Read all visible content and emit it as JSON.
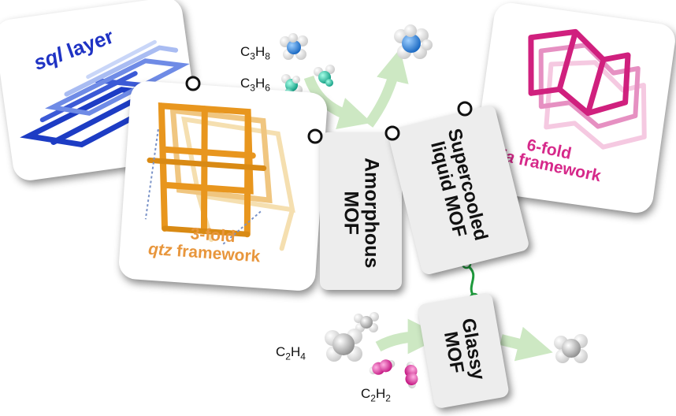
{
  "cards": {
    "sql": {
      "label_italic": "sql",
      "label_rest": " layer",
      "color": "#1f33c4"
    },
    "qtz": {
      "line1": "3-fold",
      "line2_italic": "qtz",
      "line2_rest": " framework",
      "color": "#e8963c"
    },
    "dia": {
      "line1": "6-fold",
      "line2_italic": "dia",
      "line2_rest": " framework",
      "color": "#d6298a"
    }
  },
  "states": {
    "amorphous": {
      "line1": "Amorphous",
      "line2": "MOF"
    },
    "supercooled": {
      "line1": "Supercooled",
      "line2": "liquid MOF"
    },
    "glassy": {
      "line1": "Glassy",
      "line2": "MOF"
    }
  },
  "gases": {
    "c3h8": {
      "el1": "C",
      "n1": "3",
      "el2": "H",
      "n2": "8"
    },
    "c3h6": {
      "el1": "C",
      "n1": "3",
      "el2": "H",
      "n2": "6"
    },
    "c2h4": {
      "el1": "C",
      "n1": "2",
      "el2": "H",
      "n2": "4"
    },
    "c2h2": {
      "el1": "C",
      "n1": "2",
      "el2": "H",
      "n2": "2"
    }
  },
  "colors": {
    "arrow": "#cde8c3",
    "connector": "#1e9a3c",
    "propane": "#1d84d6",
    "propylene": "#20c4a8",
    "acetylene": "#e6259b",
    "ethylene": "#bcbcbc"
  }
}
